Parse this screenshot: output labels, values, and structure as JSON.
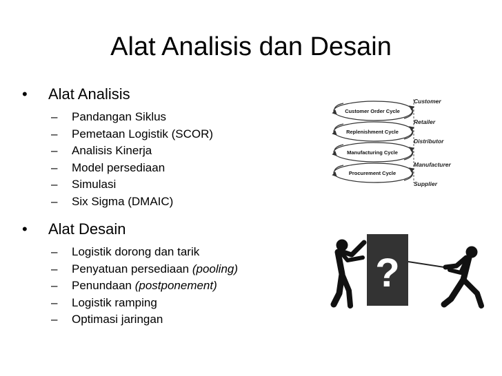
{
  "slide": {
    "title": "Alat Analisis dan Desain",
    "bullet_glyph": "•",
    "dash_glyph": "–",
    "sections": [
      {
        "heading": "Alat Analisis",
        "items": [
          {
            "text": "Pandangan Siklus",
            "emph": ""
          },
          {
            "text": "Pemetaan Logistik (SCOR)",
            "emph": ""
          },
          {
            "text": "Analisis Kinerja",
            "emph": ""
          },
          {
            "text": "Model persediaan",
            "emph": ""
          },
          {
            "text": "Simulasi",
            "emph": ""
          },
          {
            "text": "Six Sigma (DMAIC)",
            "emph": ""
          }
        ]
      },
      {
        "heading": "Alat Desain",
        "items": [
          {
            "text": "Logistik dorong dan tarik",
            "emph": ""
          },
          {
            "text": "Penyatuan persediaan ",
            "emph": "(pooling)"
          },
          {
            "text": "Penundaan ",
            "emph": "(postponement)"
          },
          {
            "text": "Logistik ramping",
            "emph": ""
          },
          {
            "text": "Optimasi jaringan",
            "emph": ""
          }
        ]
      }
    ]
  },
  "cycle_diagram": {
    "cycles": [
      "Customer Order Cycle",
      "Replenishment Cycle",
      "Manufacturing Cycle",
      "Procurement Cycle"
    ],
    "stages": [
      "Customer",
      "Retailer",
      "Distributor",
      "Manufacturer",
      "Supplier"
    ]
  },
  "tug_image": {
    "icon": "question-mark-icon",
    "symbol": "?"
  }
}
